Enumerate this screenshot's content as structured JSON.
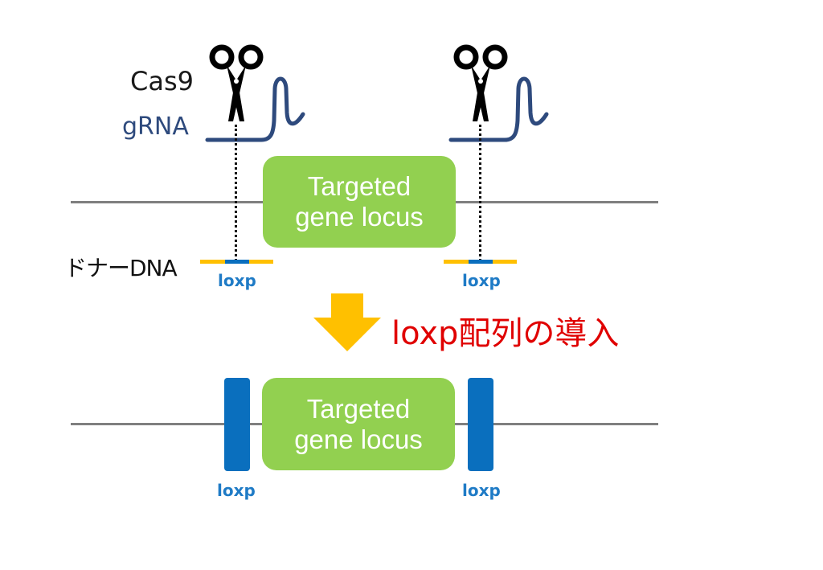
{
  "labels": {
    "cas9": "Cas9",
    "grna": "gRNA",
    "donor_dna": "ドナーDNA",
    "loxp": "loxp",
    "result": "loxp配列の導入"
  },
  "locus": {
    "line1": "Targeted",
    "line2": "gene locus"
  },
  "icons": {
    "cut_tool": "scissors-icon",
    "grna_shape": "grna-hairpin-icon",
    "arrow": "down-arrow-icon"
  },
  "colors": {
    "dna_line": "#7f7f7f",
    "locus_fill": "#92d050",
    "grna": "#2e4a7d",
    "loxp": "#0a6fbe",
    "donor_arm": "#ffc000",
    "arrow": "#ffc000",
    "result_text": "#e00000"
  }
}
